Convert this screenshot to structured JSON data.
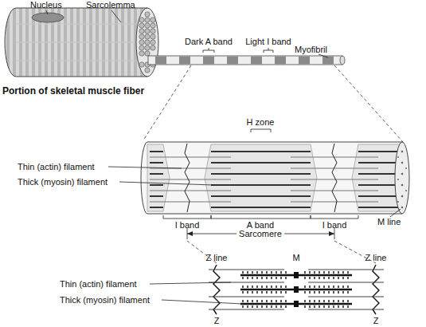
{
  "diagram": {
    "labels": [
      "Nucleus",
      "Sarcolemma",
      "Dark A band",
      "Light I band",
      "Myofibril",
      "Portion of skeletal muscle fiber",
      "H zone",
      "Thin (actin) filament",
      "Thick (myosin) filament",
      "I band",
      "A band",
      "I band",
      "M line",
      "Sarcomere",
      "Z line",
      "M",
      "Z line",
      "Thin (actin) filament",
      "Thick (myosin) filament",
      "Z",
      "Z"
    ]
  }
}
